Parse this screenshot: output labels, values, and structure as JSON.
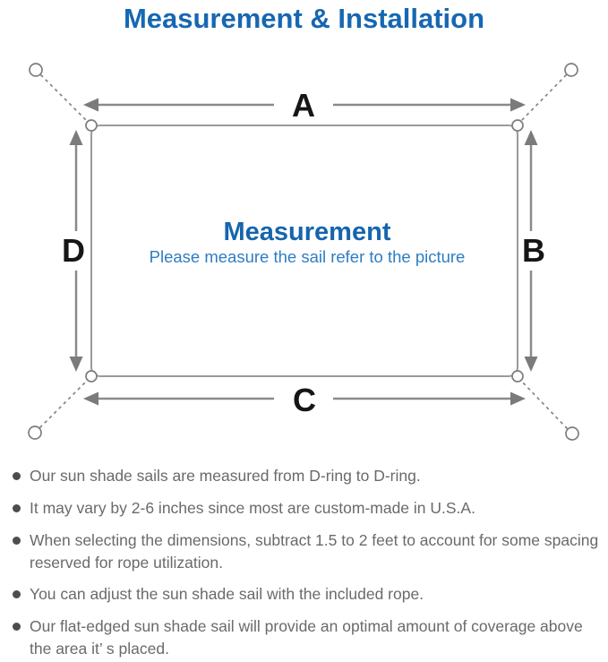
{
  "page": {
    "title": "Measurement & Installation"
  },
  "diagram": {
    "center_title": "Measurement",
    "center_subtitle": "Please measure the sail refer to the picture",
    "labels": {
      "top": "A",
      "right": "B",
      "bottom": "C",
      "left": "D"
    },
    "colors": {
      "title_blue": "#1767b2",
      "center_title_blue": "#1565ae",
      "subtitle_blue": "#2e7dc2",
      "line_gray": "#848484",
      "sail_border_gray": "#9a9a9a",
      "label_black": "#161616",
      "note_text_gray": "#6a6a6a",
      "bullet_gray": "#4d4d4d"
    }
  },
  "notes": {
    "items": [
      "Our sun shade sails are measured from D-ring to D-ring.",
      "It may vary by 2-6 inches since most are custom-made in U.S.A.",
      "When selecting the dimensions, subtract 1.5 to 2 feet to account for some spacing reserved for rope utilization.",
      "You can adjust the sun shade sail with the included rope.",
      "Our flat-edged sun shade sail will provide an optimal amount of coverage above the area it’ s placed."
    ]
  }
}
